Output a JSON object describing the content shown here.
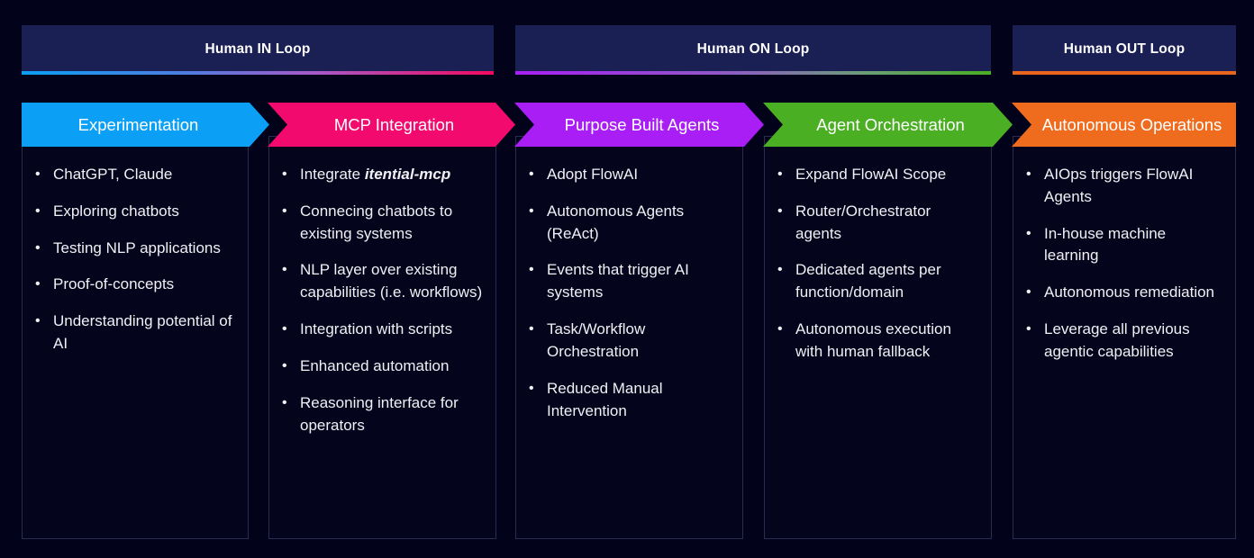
{
  "background_color": "#02021a",
  "loops": [
    {
      "id": "in",
      "label": "Human IN Loop",
      "accent_start": "#0b9ff5",
      "accent_end": "#f20a5e"
    },
    {
      "id": "on",
      "label": "Human ON Loop",
      "accent_start": "#a81ef5",
      "accent_end": "#4aaf22"
    },
    {
      "id": "out",
      "label": "Human OUT Loop",
      "accent_start": "#e8651d",
      "accent_end": "#e8651d"
    }
  ],
  "stages": [
    {
      "label": "Experimentation",
      "color": "#0b9ff5",
      "bullets": [
        "ChatGPT, Claude",
        "Exploring chatbots",
        "Testing NLP applications",
        "Proof-of-concepts",
        "Understanding potential of AI"
      ]
    },
    {
      "label": "MCP Integration",
      "color": "#f20a6e",
      "bullets": [
        "Integrate <em>itential-mcp</em>",
        "Connecing chatbots to existing systems",
        "NLP layer over existing capabilities (i.e. workflows)",
        "Integration with scripts",
        "Enhanced automation",
        "Reasoning interface for operators"
      ]
    },
    {
      "label": "Purpose Built Agents",
      "color": "#a81ef5",
      "bullets": [
        "Adopt FlowAI",
        "Autonomous Agents (ReAct)",
        "Events that trigger AI systems",
        "Task/Workflow Orchestration",
        "Reduced Manual Intervention"
      ]
    },
    {
      "label": "Agent Orchestration",
      "color": "#4aaf22",
      "bullets": [
        "Expand FlowAI Scope",
        "Router/Orchestrator agents",
        "Dedicated agents per function/domain",
        "Autonomous execution with human fallback"
      ]
    },
    {
      "label": "Autonomous Operations",
      "color": "#ef6c1f",
      "bullets": [
        "AIOps triggers FlowAI Agents",
        "In-house machine learning",
        "Autonomous remediation",
        "Leverage all previous agentic capabilities"
      ]
    }
  ],
  "bullet_glyph": "•"
}
